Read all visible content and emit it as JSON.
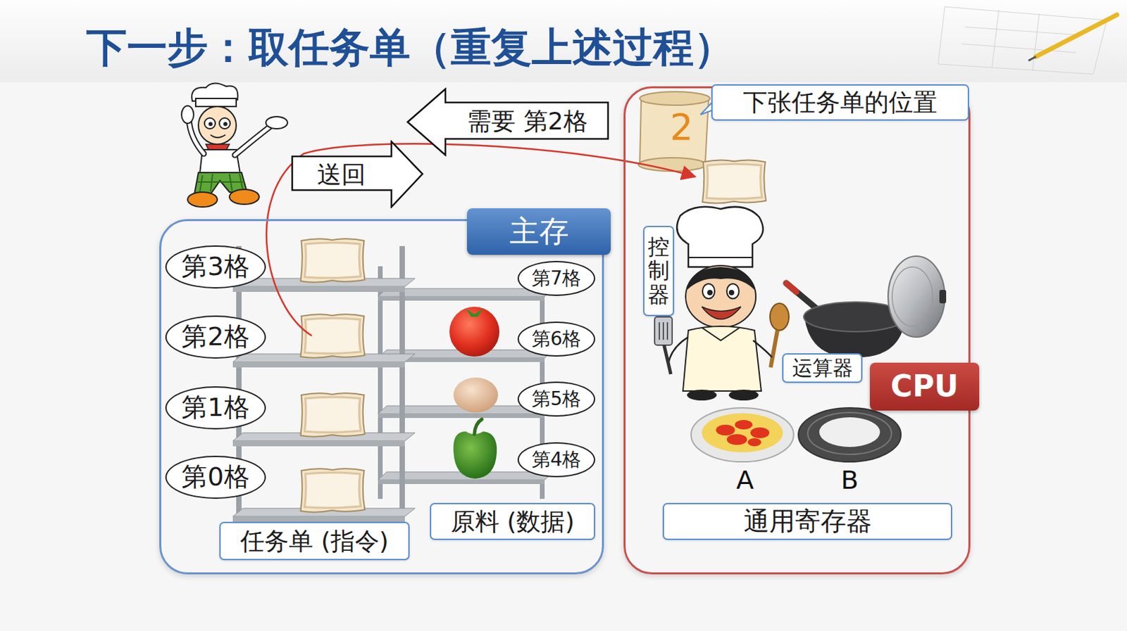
{
  "diagram": {
    "title": "下一步：取任务单（重复上述过程）",
    "nodes": [
      {
        "text": [
          "需要 第2格"
        ]
      },
      {
        "text": [
          "送回"
        ]
      },
      {
        "text": [
          "主存"
        ]
      },
      {
        "text": [
          "第3格"
        ],
        "in": 2
      },
      {
        "text": [
          "第2格"
        ],
        "in": 2
      },
      {
        "text": [
          "第1格"
        ],
        "in": 2
      },
      {
        "text": [
          "第0格"
        ],
        "in": 2
      },
      {
        "text": [
          "第7格"
        ],
        "in": 2
      },
      {
        "text": [
          "第6格"
        ],
        "in": 2
      },
      {
        "text": [
          "第5格"
        ],
        "in": 2
      },
      {
        "text": [
          "第4格"
        ],
        "in": 2
      },
      {
        "text": [
          "任务单 (指令)"
        ],
        "in": 2
      },
      {
        "text": [
          "原料 (数据)"
        ],
        "in": 2
      },
      {
        "text": [
          "CPU"
        ]
      },
      {
        "text": [
          "下张任务单的位置"
        ],
        "in": 13
      },
      {
        "text": [
          "控制器"
        ],
        "in": 13
      },
      {
        "text": [
          "运算器"
        ],
        "in": 13
      },
      {
        "text": [
          "通用寄存器"
        ],
        "in": 13
      }
    ],
    "labels": [
      "2",
      "A",
      "B"
    ]
  }
}
